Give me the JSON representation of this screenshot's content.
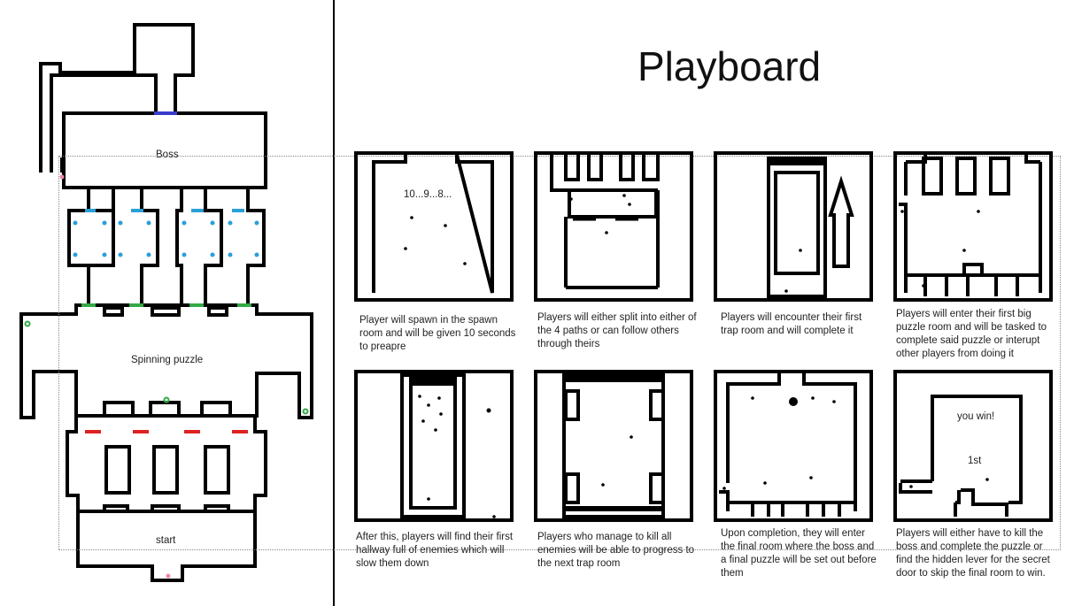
{
  "map": {
    "boss_label": "Boss",
    "spinning_label": "Spinning puzzle",
    "start_label": "start"
  },
  "title": "Playboard",
  "panels": [
    {
      "inner_text": "10...9...8...",
      "caption": "Player will spawn in the spawn room and will be given 10 seconds to preapre"
    },
    {
      "inner_text": "",
      "caption": "Players will either split into either of the 4 paths or can follow others through theirs"
    },
    {
      "inner_text": "",
      "caption": "Players will encounter their first trap room and will complete it"
    },
    {
      "inner_text": "",
      "caption": "Players will enter their first big puzzle room and will be tasked to complete said puzzle or interupt other players from doing it"
    },
    {
      "inner_text": "",
      "caption": "After this, players will find their first hallway full of enemies which will slow them down"
    },
    {
      "inner_text": "",
      "caption": "Players who manage to kill all enemies will be able to progress to the next trap room"
    },
    {
      "inner_text": "",
      "caption": "Upon completion, they will enter the final room where the boss and a final puzzle will be set out before them"
    },
    {
      "inner_text": "you win!",
      "inner_text2": "1st",
      "caption": "Players will either have to kill the boss and complete the puzzle or find the hidden lever for the secret door to skip the final room to win."
    }
  ]
}
